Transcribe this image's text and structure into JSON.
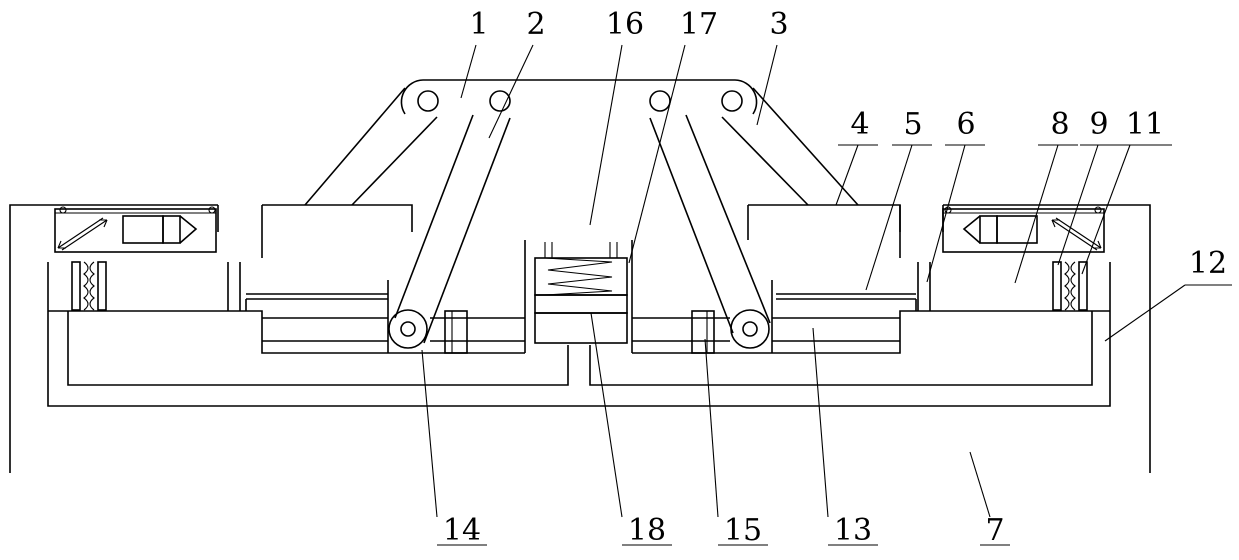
{
  "labels": {
    "l1": "1",
    "l2": "2",
    "l3": "3",
    "l4": "4",
    "l5": "5",
    "l6": "6",
    "l7": "7",
    "l8": "8",
    "l9": "9",
    "l11": "11",
    "l12": "12",
    "l13": "13",
    "l14": "14",
    "l15": "15",
    "l16": "16",
    "l17": "17",
    "l18": "18"
  }
}
